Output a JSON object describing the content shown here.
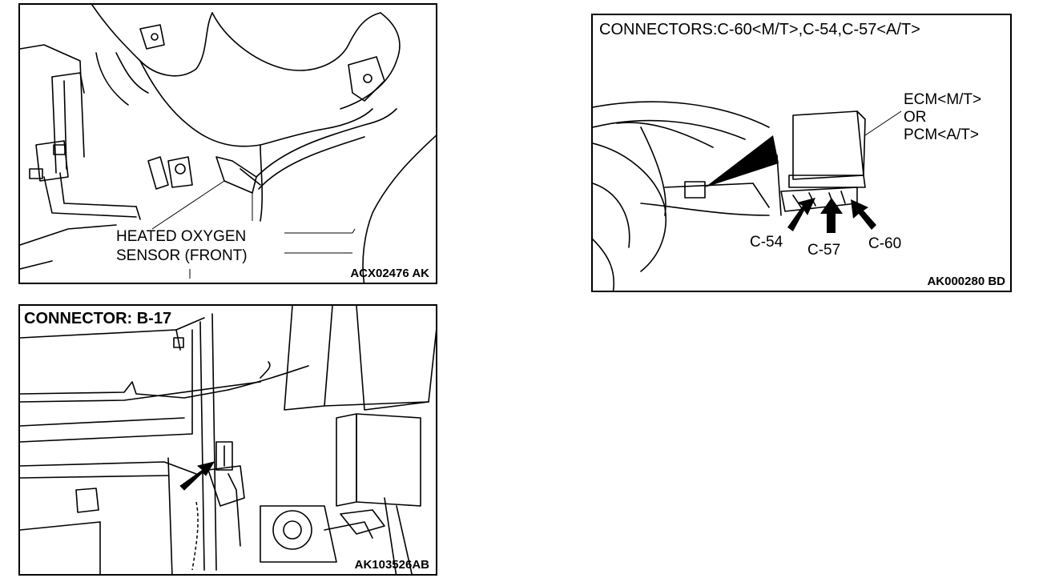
{
  "panels": {
    "oxygen_sensor": {
      "label_line1": "HEATED OXYGEN",
      "label_line2": "SENSOR (FRONT)",
      "code": "ACX02476 AK"
    },
    "connector_b17": {
      "title": "CONNECTOR: B-17",
      "code": "AK103526AB"
    },
    "ecm_connectors": {
      "title": "CONNECTORS:C-60<M/T>,C-54,C-57<A/T>",
      "ecm_line1": "ECM<M/T>",
      "ecm_line2": "OR",
      "ecm_line3": "PCM<A/T>",
      "c54": "C-54",
      "c57": "C-57",
      "c60": "C-60",
      "code": "AK000280 BD"
    }
  }
}
